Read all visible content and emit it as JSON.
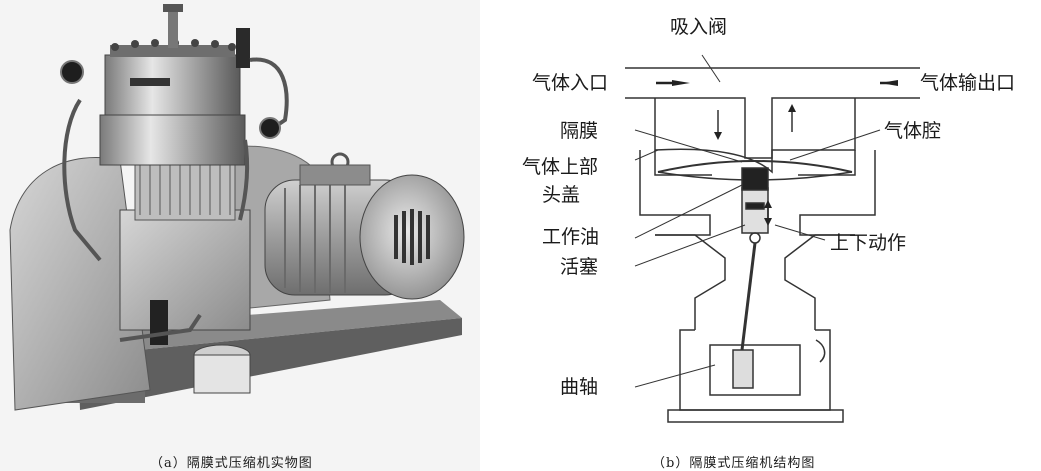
{
  "panel_a": {
    "caption": "（a）隔膜式压缩机实物图"
  },
  "panel_b": {
    "caption": "（b）隔膜式压缩机结构图",
    "labels": {
      "suction_valve": "吸入阀",
      "gas_inlet": "气体入口",
      "gas_outlet": "气体输出口",
      "diaphragm": "隔膜",
      "gas_chamber": "气体腔",
      "upper_head_line1": "气体上部",
      "upper_head_line2": "头盖",
      "working_oil": "工作油",
      "up_down": "上下动作",
      "piston": "活塞",
      "crankshaft": "曲轴"
    }
  }
}
